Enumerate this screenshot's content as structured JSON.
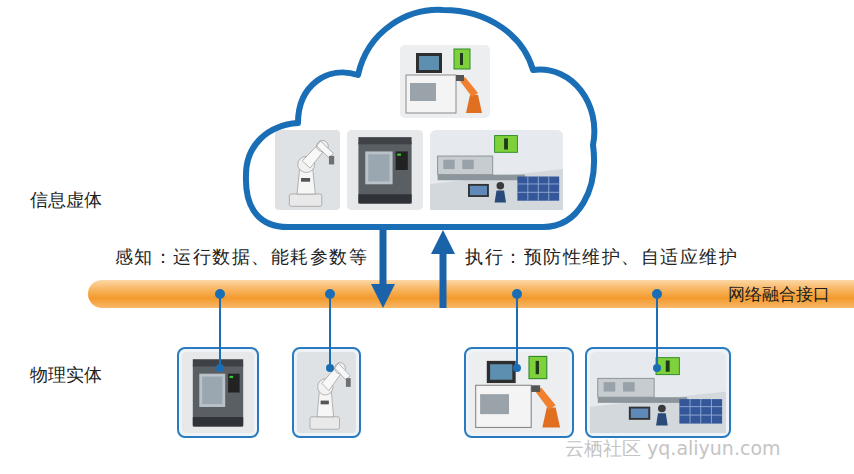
{
  "diagram": {
    "nodes": [
      {
        "text": [
          "信息虚体"
        ]
      },
      {
        "text": [
          "网络融合接口"
        ]
      }
    ],
    "edges": [
      {
        "from": 0,
        "to": 1,
        "arrow": "to",
        "label": "感知：运行数据、能耗参数等"
      },
      {
        "from": 1,
        "to": 0,
        "arrow": "to",
        "label": "执行：预防性维护、自适应维护"
      }
    ],
    "labels": [
      "物理实体",
      "云栖社区 yq.aliyun.com"
    ]
  }
}
